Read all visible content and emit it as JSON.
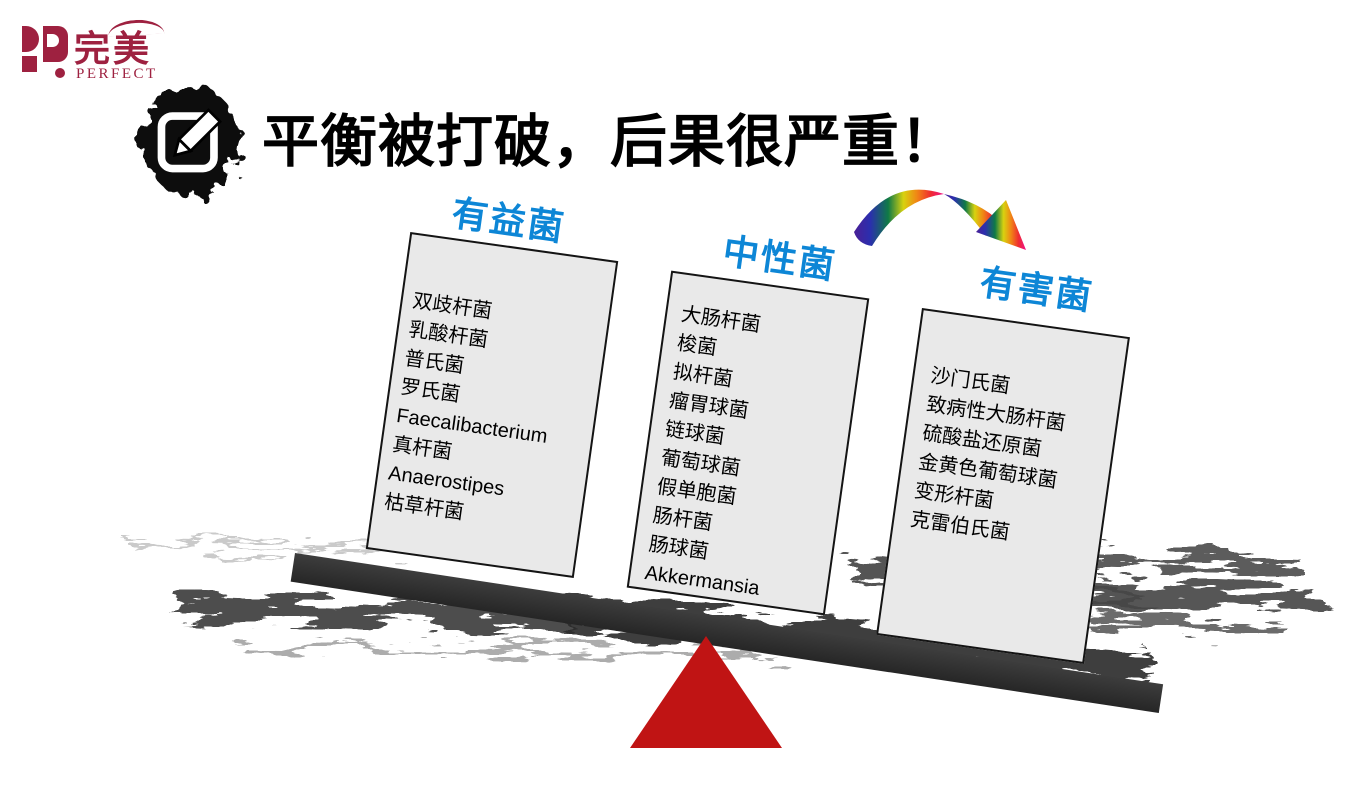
{
  "slide": {
    "logo": {
      "brand_cn": "完美",
      "brand_en": "PERFECT",
      "brand_color": "#9e2140"
    },
    "title": {
      "text": "平衡被打破，后果很严重！",
      "icon": "pencil-edit-icon"
    },
    "groups": [
      {
        "id": "beneficial",
        "label": "有益菌",
        "items": [
          "双歧杆菌",
          "乳酸杆菌",
          "普氏菌",
          "罗氏菌",
          "Faecalibacterium",
          "真杆菌",
          "Anaerostipes",
          "枯草杆菌"
        ]
      },
      {
        "id": "neutral",
        "label": "中性菌",
        "items": [
          "大肠杆菌",
          "梭菌",
          "拟杆菌",
          "瘤胃球菌",
          "链球菌",
          "葡萄球菌",
          "假单胞菌",
          "肠杆菌",
          "肠球菌",
          "Akkermansia"
        ]
      },
      {
        "id": "harmful",
        "label": "有害菌",
        "items": [
          "沙门氏菌",
          "致病性大肠杆菌",
          "硫酸盐还原菌",
          "金黄色葡萄球菌",
          "变形杆菌",
          "克雷伯氏菌"
        ]
      }
    ],
    "arrow": {
      "direction": "from neutral toward harmful",
      "gradient_colors": [
        "#4a1f96",
        "#2b2fae",
        "#0f7a46",
        "#d8d20f",
        "#f08615",
        "#ef2d30",
        "#f00f8c"
      ]
    },
    "seesaw": {
      "tilt_deg": 8.6,
      "beam_color": "#2c2c2c",
      "fulcrum_color": "#c01414"
    },
    "colors": {
      "label_blue": "#0d86d6",
      "box_bg": "#e9e9e9",
      "title_black": "#000000"
    }
  }
}
